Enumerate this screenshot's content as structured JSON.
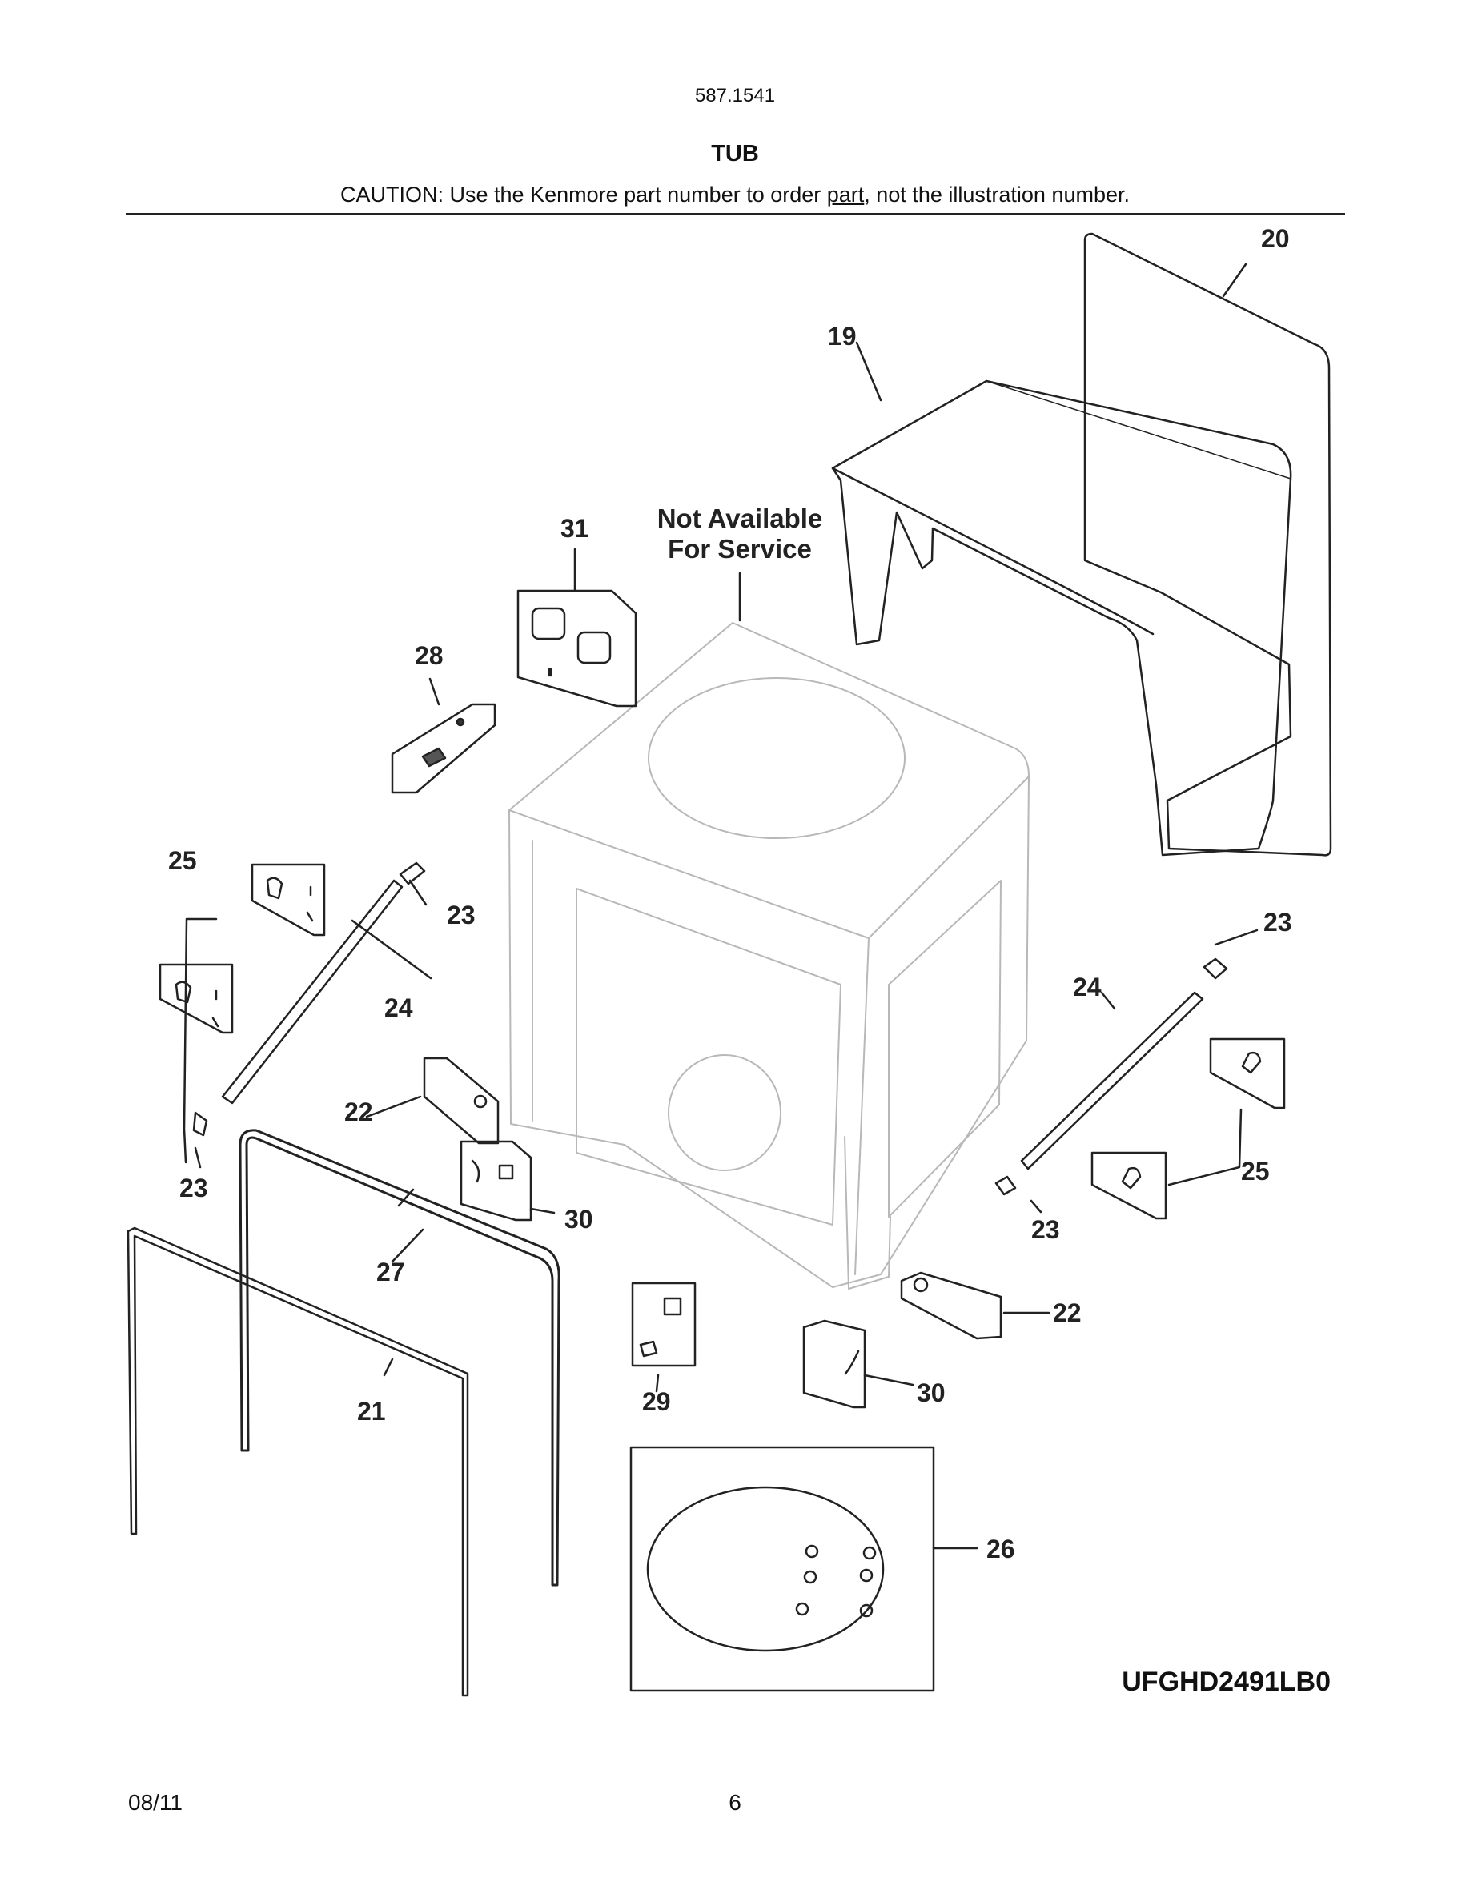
{
  "header": {
    "model_number": "587.1541",
    "title": "TUB",
    "caution_before": "CAUTION: Use the Kenmore part number to order ",
    "caution_underlined": "part",
    "caution_after": ", not the illustration number."
  },
  "diagram": {
    "not_available_line1": "Not Available",
    "not_available_line2": "For Service",
    "diagram_code": "UFGHD2491LB0",
    "callouts": {
      "c19": "19",
      "c20": "20",
      "c21": "21",
      "c22a": "22",
      "c22b": "22",
      "c23a": "23",
      "c23b": "23",
      "c23c": "23",
      "c23d": "23",
      "c24a": "24",
      "c24b": "24",
      "c25a": "25",
      "c25b": "25",
      "c26": "26",
      "c27": "27",
      "c28": "28",
      "c29": "29",
      "c30a": "30",
      "c30b": "30",
      "c31": "31"
    }
  },
  "footer": {
    "date": "08/11",
    "page_number": "6"
  }
}
